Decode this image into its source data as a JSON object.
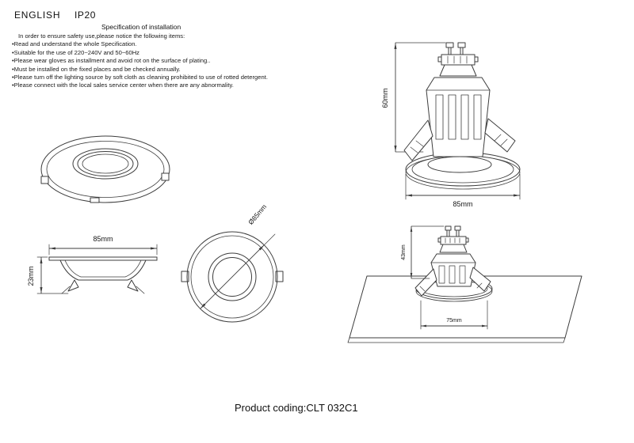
{
  "header": {
    "language": "ENGLISH",
    "ip_rating": "IP20",
    "spec_title": "Specification of installation"
  },
  "instructions": {
    "intro": "In order to ensure safety use,please notice the following items:",
    "items": [
      "•Read and understand the whole Specification.",
      "•Suitable for the use of 220~240V and 50~60Hz",
      "•Please wear gloves as installment and avoid rot on the surface of plating..",
      "•Must be installed on the fixed places and be checked annually.",
      "•Please turn off the lighting source by soft cloth as cleaning prohibited to use of rotted detergent.",
      "•Please connect with the local sales service center when there are any abnormality."
    ]
  },
  "dimensions": {
    "trim_width": "85mm",
    "trim_height": "23mm",
    "trim_diameter": "Ø85mm",
    "fixture_height": "60mm",
    "fixture_width": "85mm",
    "recess_depth": "43mm",
    "cutout_width": "75mm"
  },
  "footer": {
    "product_coding": "Product coding:CLT 032C1"
  },
  "colors": {
    "line": "#3d3d3d",
    "text": "#111111",
    "background": "#ffffff"
  }
}
